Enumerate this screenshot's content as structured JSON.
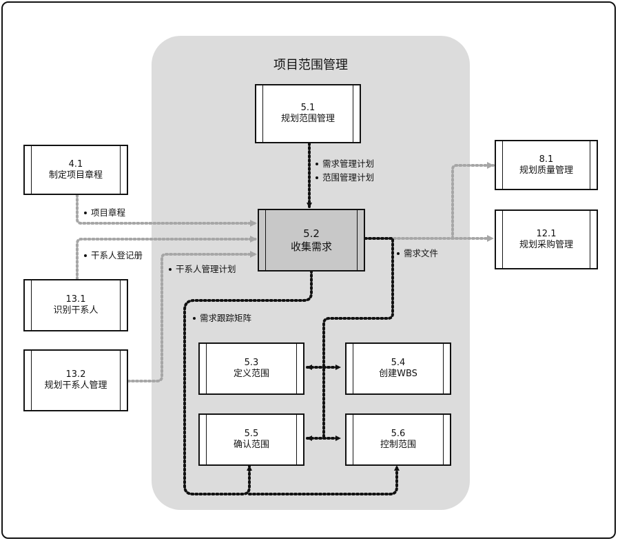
{
  "group_title": "项目范围管理",
  "processes": {
    "p51": {
      "num": "5.1",
      "name": "规划范围管理"
    },
    "p52": {
      "num": "5.2",
      "name": "收集需求"
    },
    "p53": {
      "num": "5.3",
      "name": "定义范围"
    },
    "p54": {
      "num": "5.4",
      "name": "创建WBS"
    },
    "p55": {
      "num": "5.5",
      "name": "确认范围"
    },
    "p56": {
      "num": "5.6",
      "name": "控制范围"
    },
    "p41": {
      "num": "4.1",
      "name": "制定项目章程"
    },
    "p131": {
      "num": "13.1",
      "name": "识别干系人"
    },
    "p132": {
      "num": "13.2",
      "name": "规划干系人管理"
    },
    "p81": {
      "num": "8.1",
      "name": "规划质量管理"
    },
    "p121": {
      "num": "12.1",
      "name": "规划采购管理"
    }
  },
  "flows": {
    "req_plan": "需求管理计划",
    "scope_plan": "范围管理计划",
    "charter": "项目章程",
    "register": "干系人登记册",
    "stakeholder_plan": "干系人管理计划",
    "req_docs": "需求文件",
    "trace_matrix": "需求跟踪矩阵"
  },
  "colors": {
    "group_bg": "#dcdcdc",
    "highlight": "#c8c8c8",
    "black_flow": "#111111",
    "gray_flow": "#a6a6a6"
  }
}
